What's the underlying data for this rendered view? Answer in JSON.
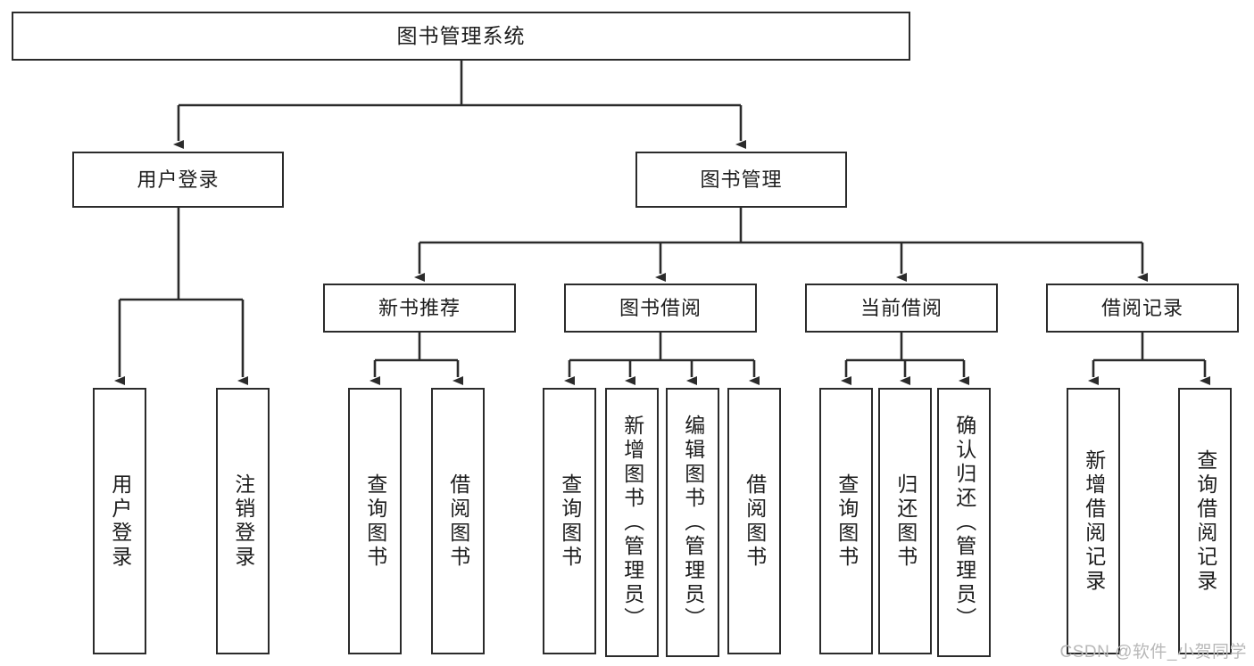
{
  "diagram": {
    "type": "tree-hierarchy",
    "title": "图书管理系统",
    "watermark": "CSDN @软件_小贺同学",
    "colors": {
      "border": "#2b2b2b",
      "text": "#1d1d1d",
      "background": "#ffffff",
      "watermark": "#b8b8b8"
    },
    "root": {
      "label": "图书管理系统"
    },
    "level2": [
      {
        "label": "用户登录"
      },
      {
        "label": "图书管理"
      }
    ],
    "level3": [
      {
        "label": "新书推荐"
      },
      {
        "label": "图书借阅"
      },
      {
        "label": "当前借阅"
      },
      {
        "label": "借阅记录"
      }
    ],
    "leaves": {
      "user_login": [
        {
          "label": "用户登录"
        },
        {
          "label": "注销登录"
        }
      ],
      "new_book_recommend": [
        {
          "label": "查询图书"
        },
        {
          "label": "借阅图书"
        }
      ],
      "book_borrow": [
        {
          "label": "查询图书"
        },
        {
          "label": "新增图书（管理员）"
        },
        {
          "label": "编辑图书（管理员）"
        },
        {
          "label": "借阅图书"
        }
      ],
      "current_borrow": [
        {
          "label": "查询图书"
        },
        {
          "label": "归还图书"
        },
        {
          "label": "确认归还（管理员）"
        }
      ],
      "borrow_record": [
        {
          "label": "新增借阅记录"
        },
        {
          "label": "查询借阅记录"
        }
      ]
    }
  }
}
